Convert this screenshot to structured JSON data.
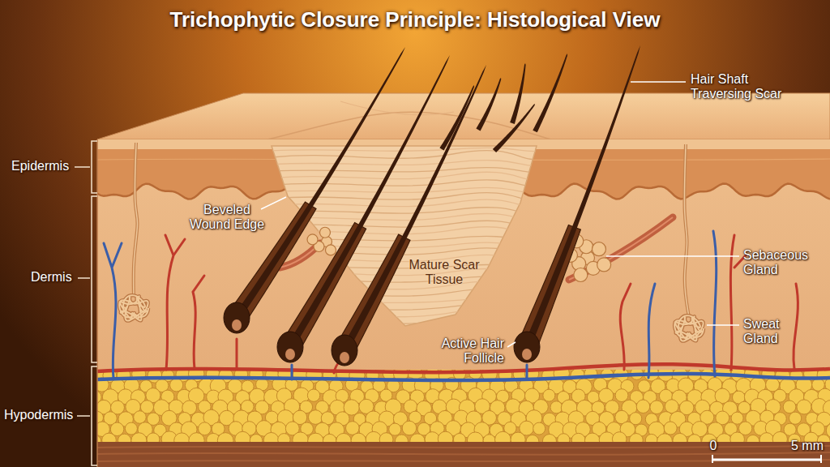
{
  "diagram": {
    "title": "Trichophytic Closure Principle: Histological View",
    "labels": [
      "Hair Shaft Traversing Scar",
      "Epidermis",
      "Beveled Wound Edge",
      "Mature Scar Tissue",
      "Sebaceous Gland",
      "Dermis",
      "Sweat Gland",
      "Active Hair Follicle",
      "Hypodermis",
      "0",
      "5 mm"
    ]
  }
}
